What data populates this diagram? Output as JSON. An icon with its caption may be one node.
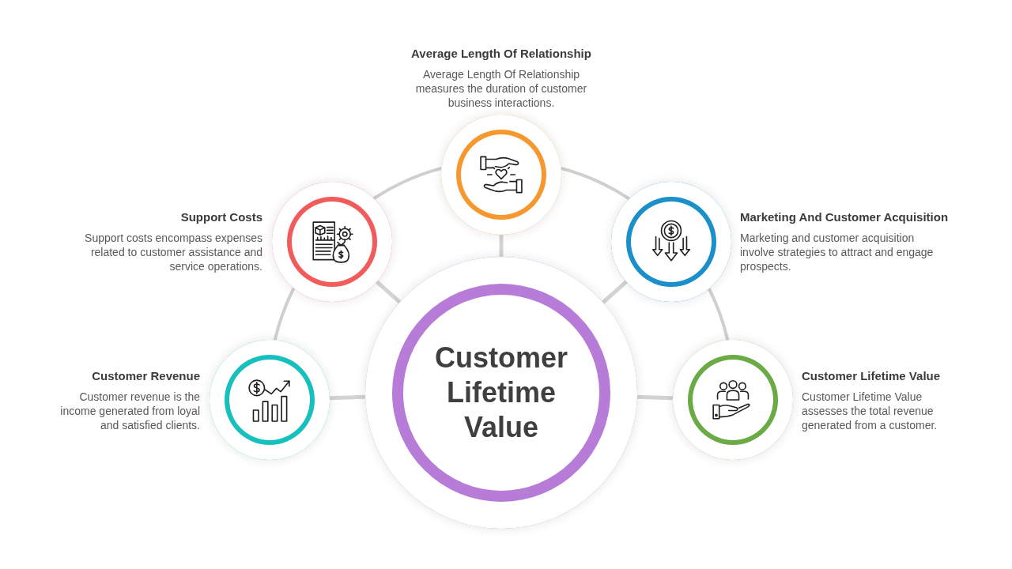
{
  "diagram": {
    "nodes": [
      {
        "text": [
          "Customer Lifetime Value"
        ]
      },
      {
        "text": [
          "Customer Revenue",
          "Customer revenue is the income generated from loyal and satisfied clients."
        ]
      },
      {
        "text": [
          "Support Costs",
          "Support costs encompass expenses related to customer assistance and service operations."
        ]
      },
      {
        "text": [
          "Average Length Of Relationship",
          "Average Length Of Relationship measures the duration of customer business interactions."
        ]
      },
      {
        "text": [
          "Marketing And Customer Acquisition",
          "Marketing and customer acquisition involve strategies to attract and engage prospects."
        ]
      },
      {
        "text": [
          "Customer Lifetime Value",
          "Customer Lifetime Value assesses the total revenue generated from a customer."
        ]
      }
    ],
    "edges": [
      {
        "from": 0,
        "to": 1,
        "arrow": "none"
      },
      {
        "from": 0,
        "to": 2,
        "arrow": "none"
      },
      {
        "from": 0,
        "to": 3,
        "arrow": "none"
      },
      {
        "from": 0,
        "to": 4,
        "arrow": "none"
      },
      {
        "from": 0,
        "to": 5,
        "arrow": "none"
      },
      {
        "from": 1,
        "to": 2,
        "arrow": "none"
      },
      {
        "from": 2,
        "to": 3,
        "arrow": "none"
      },
      {
        "from": 3,
        "to": 4,
        "arrow": "none"
      },
      {
        "from": 4,
        "to": 5,
        "arrow": "none"
      }
    ]
  }
}
